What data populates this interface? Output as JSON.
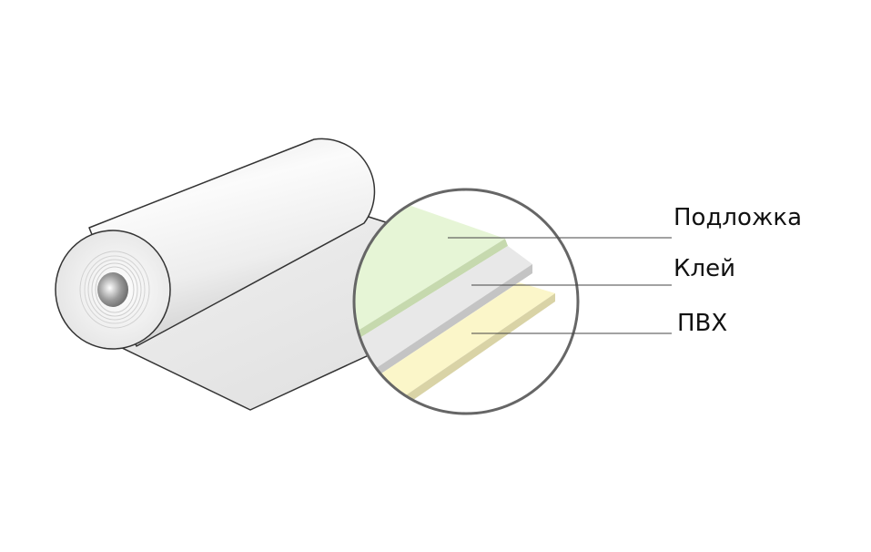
{
  "layers": [
    {
      "label": "Подложка",
      "color": "#e6f5d6"
    },
    {
      "label": "Клей",
      "color": "#e8e8e8"
    },
    {
      "label": "ПВХ",
      "color": "#fbf6c9"
    }
  ],
  "colors": {
    "outline": "#333333",
    "roll_light": "#f7f7f7",
    "roll_dark": "#c9c9c9",
    "magnifier_rim": "#666666"
  },
  "icons": {
    "roll": "film-roll-icon",
    "magnifier": "magnifier-circle"
  }
}
